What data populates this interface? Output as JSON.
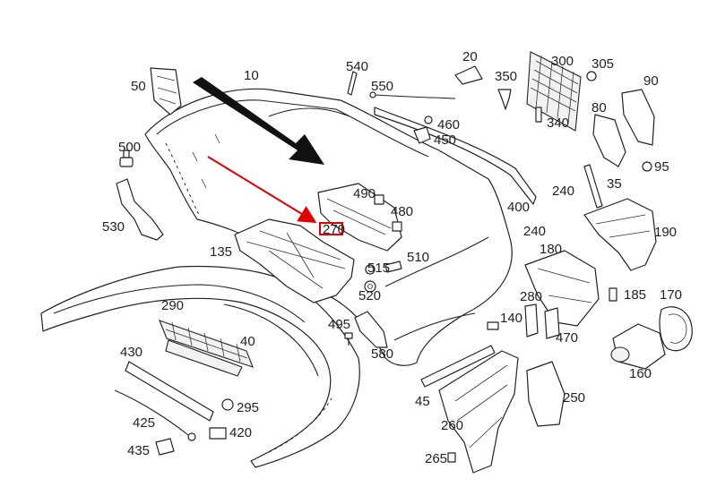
{
  "highlight": {
    "label": "270",
    "box_color": "#e00000"
  },
  "arrow_color": "#e00000",
  "callouts": [
    {
      "id": "10",
      "label": "10"
    },
    {
      "id": "20",
      "label": "20"
    },
    {
      "id": "35",
      "label": "35"
    },
    {
      "id": "40",
      "label": "40"
    },
    {
      "id": "45",
      "label": "45"
    },
    {
      "id": "50",
      "label": "50"
    },
    {
      "id": "80",
      "label": "80"
    },
    {
      "id": "90",
      "label": "90"
    },
    {
      "id": "95",
      "label": "95"
    },
    {
      "id": "135",
      "label": "135"
    },
    {
      "id": "140",
      "label": "140"
    },
    {
      "id": "160",
      "label": "160"
    },
    {
      "id": "170",
      "label": "170"
    },
    {
      "id": "180",
      "label": "180"
    },
    {
      "id": "185",
      "label": "185"
    },
    {
      "id": "190",
      "label": "190"
    },
    {
      "id": "240a",
      "label": "240"
    },
    {
      "id": "240b",
      "label": "240"
    },
    {
      "id": "250",
      "label": "250"
    },
    {
      "id": "260",
      "label": "260"
    },
    {
      "id": "265",
      "label": "265"
    },
    {
      "id": "280",
      "label": "280"
    },
    {
      "id": "290",
      "label": "290"
    },
    {
      "id": "295",
      "label": "295"
    },
    {
      "id": "300",
      "label": "300"
    },
    {
      "id": "305",
      "label": "305"
    },
    {
      "id": "340",
      "label": "340"
    },
    {
      "id": "350",
      "label": "350"
    },
    {
      "id": "400",
      "label": "400"
    },
    {
      "id": "420",
      "label": "420"
    },
    {
      "id": "425",
      "label": "425"
    },
    {
      "id": "430",
      "label": "430"
    },
    {
      "id": "435",
      "label": "435"
    },
    {
      "id": "450",
      "label": "450"
    },
    {
      "id": "460",
      "label": "460"
    },
    {
      "id": "470",
      "label": "470"
    },
    {
      "id": "480",
      "label": "480"
    },
    {
      "id": "490",
      "label": "490"
    },
    {
      "id": "495",
      "label": "495"
    },
    {
      "id": "500",
      "label": "500"
    },
    {
      "id": "510",
      "label": "510"
    },
    {
      "id": "515",
      "label": "515"
    },
    {
      "id": "520",
      "label": "520"
    },
    {
      "id": "530",
      "label": "530"
    },
    {
      "id": "540",
      "label": "540"
    },
    {
      "id": "550",
      "label": "550"
    },
    {
      "id": "580",
      "label": "580"
    }
  ]
}
